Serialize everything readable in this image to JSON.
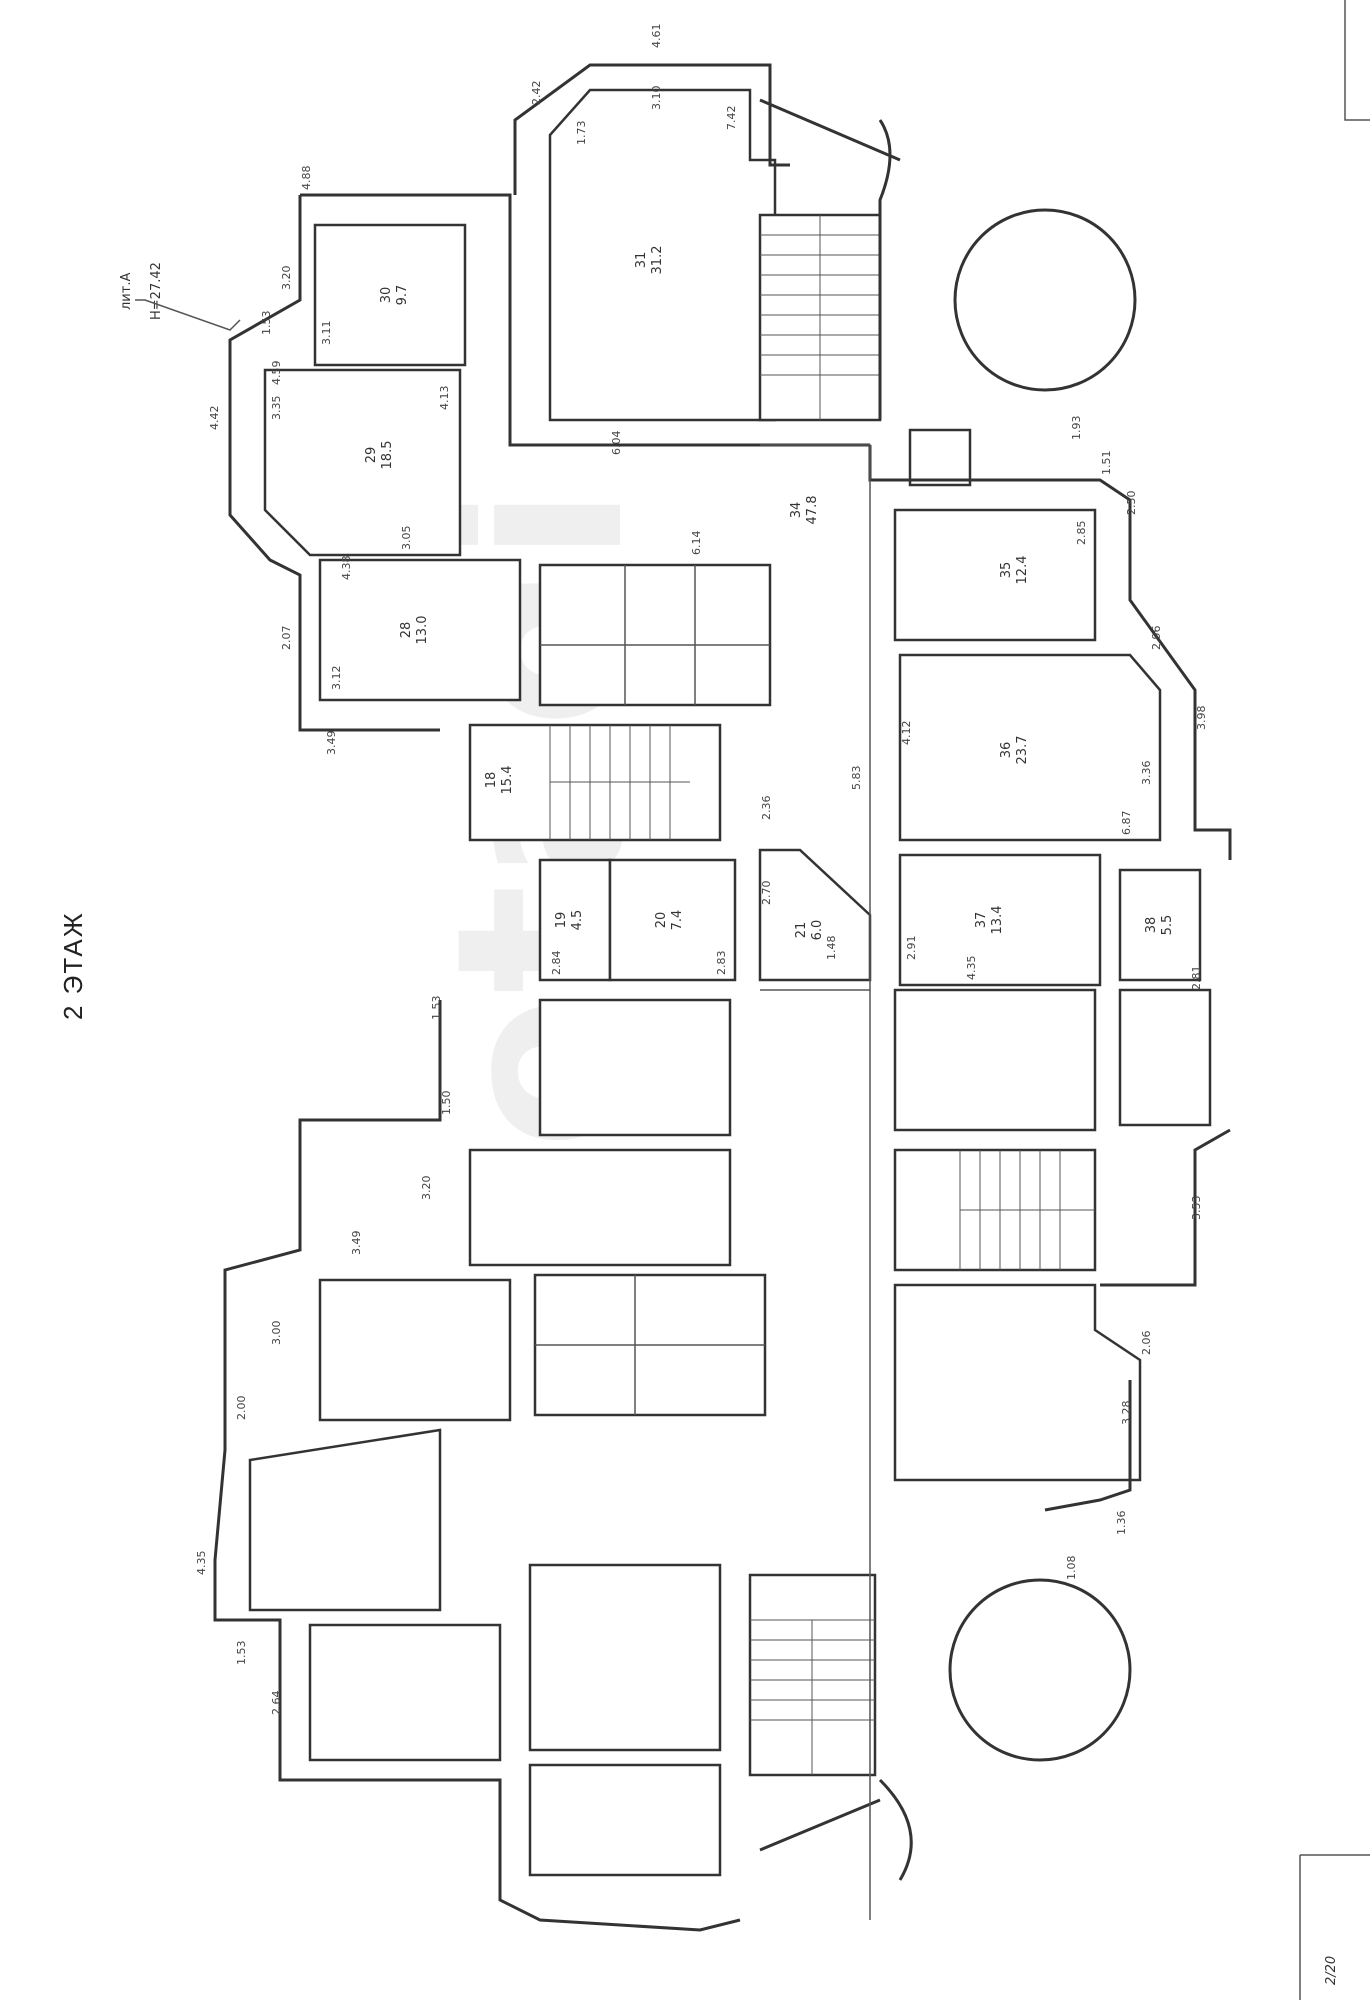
{
  "floor_label": "2 ЭТАЖ",
  "liter": "лит.А",
  "height": "H=27.42",
  "watermark": "etagi",
  "stamp_text": "2/20",
  "rooms": [
    {
      "id": "29",
      "area": "18.5"
    },
    {
      "id": "30",
      "area": "9.7"
    },
    {
      "id": "31",
      "area": "31.2"
    },
    {
      "id": "28",
      "area": "13.0"
    },
    {
      "id": "18",
      "area": "15.4"
    },
    {
      "id": "19",
      "area": "4.5"
    },
    {
      "id": "20",
      "area": "7.4"
    },
    {
      "id": "21",
      "area": "6.0"
    },
    {
      "id": "34",
      "area": "47.8"
    },
    {
      "id": "35",
      "area": "12.4"
    },
    {
      "id": "36",
      "area": "23.7"
    },
    {
      "id": "37",
      "area": "13.4"
    },
    {
      "id": "38",
      "area": "5.5"
    }
  ],
  "dimensions": [
    "4.61",
    "2.42",
    "3.10",
    "7.42",
    "1.73",
    "4.88",
    "3.20",
    "3.11",
    "1.53",
    "4.42",
    "3.35",
    "4.59",
    "4.13",
    "3.05",
    "2.07",
    "3.12",
    "4.38",
    "3.49",
    "6.04",
    "6.14",
    "5.83",
    "2.36",
    "2.70",
    "1.48",
    "4.35",
    "2.91",
    "1.93",
    "1.51",
    "2.50",
    "2.85",
    "2.96",
    "3.98",
    "3.36",
    "6.87",
    "4.12",
    "2.81",
    "3.53",
    "2.06",
    "3.28",
    "1.36",
    "1.08",
    "2.84",
    "2.83",
    "1.53",
    "1.50",
    "3.20",
    "3.49",
    "3.00",
    "2.00",
    "4.35",
    "1.53",
    "2.64"
  ]
}
